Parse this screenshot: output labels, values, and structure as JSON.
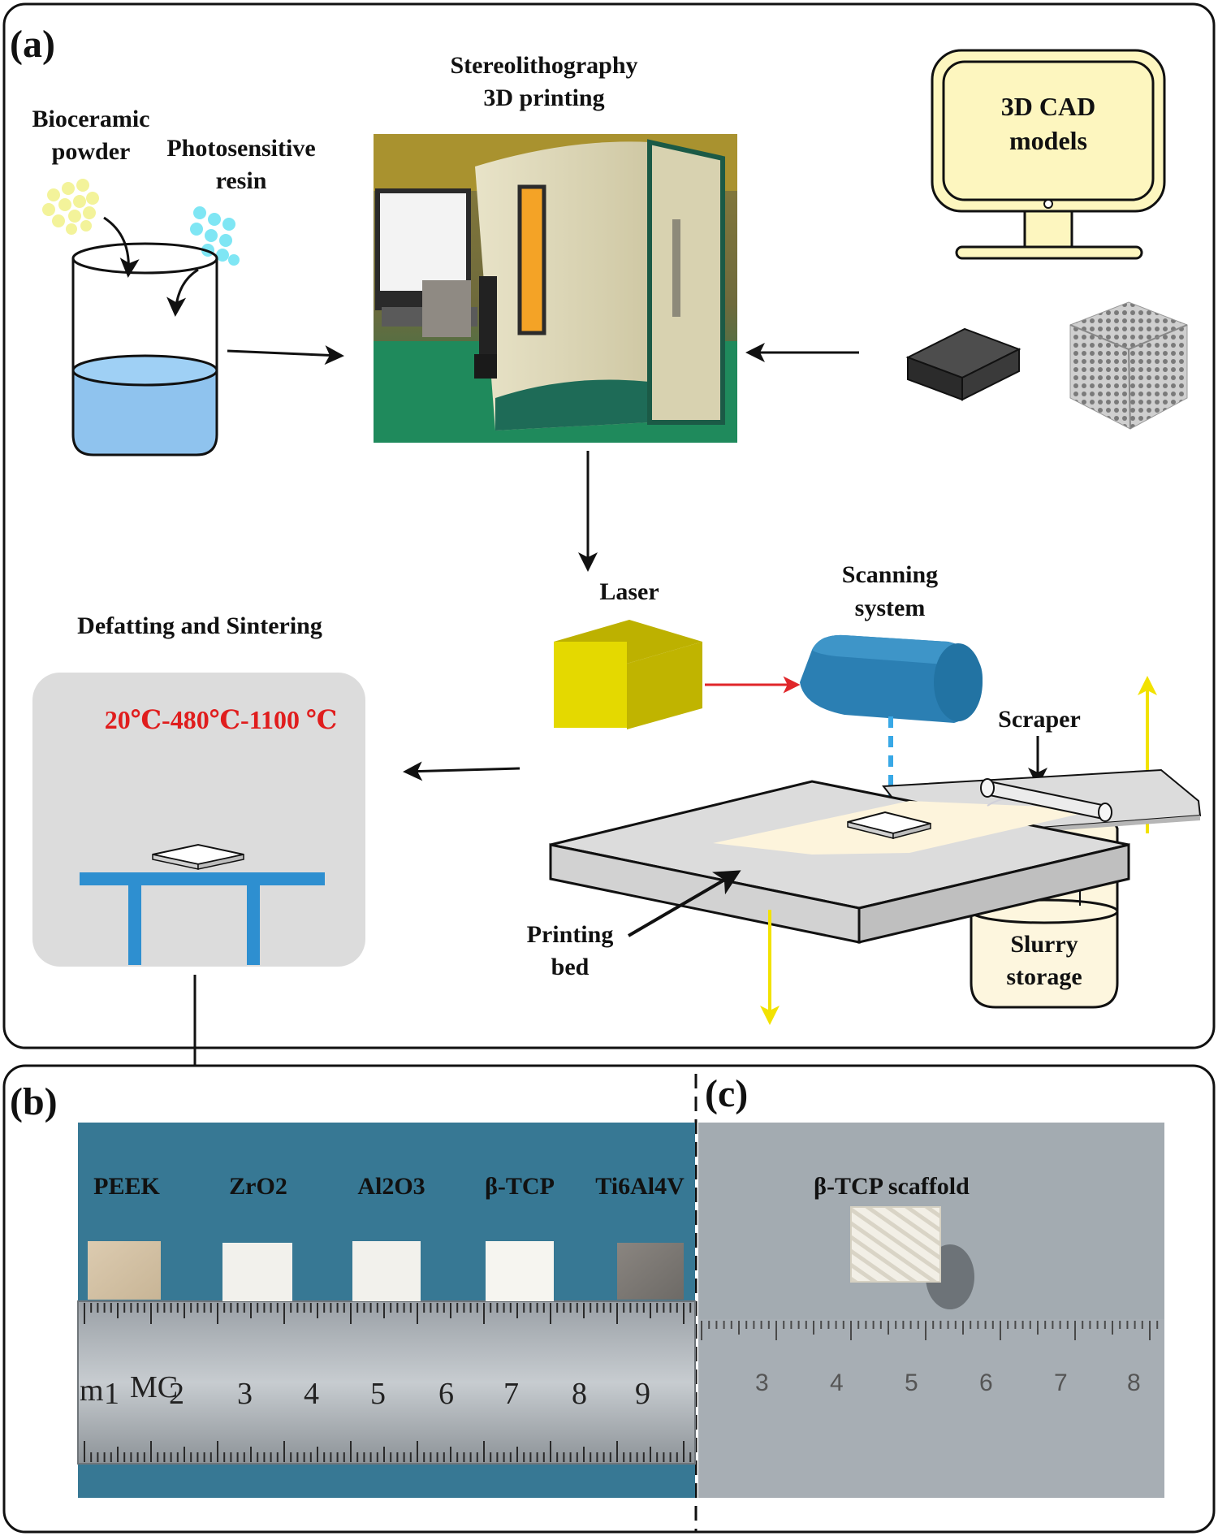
{
  "panels": {
    "a": "(a)",
    "b": "(b)",
    "c": "(c)"
  },
  "materials_prep": {
    "bioceramic_line1": "Bioceramic",
    "bioceramic_line2": "powder",
    "resin_line1": "Photosensitive",
    "resin_line2": "resin"
  },
  "printer": {
    "title_line1": "Stereolithography",
    "title_line2": "3D printing"
  },
  "cad": {
    "line1": "3D CAD",
    "line2": "models"
  },
  "sla_system": {
    "laser": "Laser",
    "scanning_line1": "Scanning",
    "scanning_line2": "system",
    "scraper": "Scraper",
    "printing_bed_line1": "Printing",
    "printing_bed_line2": "bed",
    "slurry_line1": "Slurry",
    "slurry_line2": "storage"
  },
  "sintering": {
    "title": "Defatting and Sintering",
    "temperatures": "20℃-480℃-1100 ℃"
  },
  "samples_b": {
    "labels": [
      "PEEK",
      "ZrO2",
      "Al2O3",
      "β-TCP",
      "Ti6Al4V"
    ],
    "ruler_numbers": [
      "m",
      "1",
      "MC",
      "2",
      "3",
      "4",
      "5",
      "6",
      "7",
      "8",
      "9"
    ]
  },
  "samples_c": {
    "label": "β-TCP scaffold",
    "ruler_numbers": [
      "3",
      "4",
      "5",
      "6",
      "7",
      "8"
    ]
  },
  "colors": {
    "powder_yellow": "#f3f39a",
    "resin_cyan": "#7fe6f4",
    "liquid_blue": "#8fc3ee",
    "monitor_fill": "#fdf6bf",
    "laser_yellow": "#ddd200",
    "scanner_blue": "#2b7fb3",
    "beam_red": "#e0262a",
    "arrow_yellow": "#f2e200",
    "temp_red": "#e01d1d",
    "table_blue": "#2e8fd0",
    "sample_blue_bg": "#3d7d98",
    "sample_grey_bg": "#9aa3aa"
  }
}
